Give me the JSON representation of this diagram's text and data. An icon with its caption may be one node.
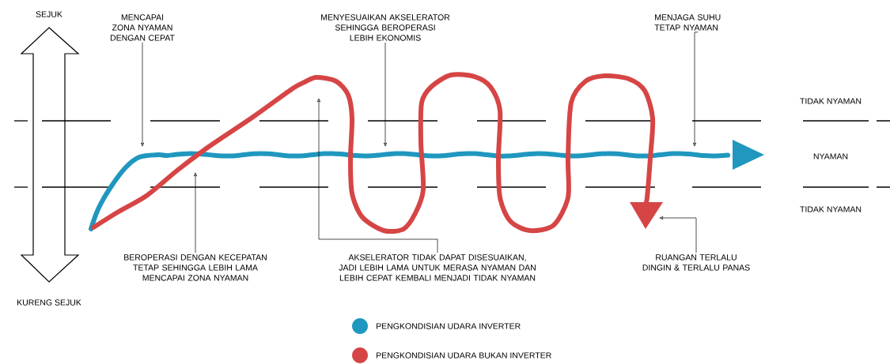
{
  "diagram": {
    "nodes": [
      {
        "text": [
          "MENCAPAI ZONA NYAMAN DENGAN CEPAT"
        ]
      },
      {
        "text": [
          "MENYESUAIKAN AKSELERATOR SEHINGGA BEROPERASI LEBIH EKONOMIS"
        ]
      },
      {
        "text": [
          "MENJAGA SUHU TETAP NYAMAN"
        ]
      },
      {
        "text": [
          "BEROPERASI DENGAN KECEPATAN TETAP SEHINGGA LEBIH LAMA MENCAPAI ZONA NYAMAN"
        ]
      },
      {
        "text": [
          "AKSELERATOR TIDAK DAPAT DISESUAIKAN, JADI LEBIH LAMA UNTUK MERASA NYAMAN DAN LEBIH CEPAT KEMBALI MENJADI TIDAK NYAMAN"
        ]
      },
      {
        "text": [
          "RUANGAN TERLALU DINGIN & TERLALU PANAS"
        ]
      }
    ],
    "edges": [
      {
        "from": 0,
        "to": null,
        "arrow": "to"
      },
      {
        "from": 1,
        "to": null,
        "arrow": "to"
      },
      {
        "from": 2,
        "to": null,
        "arrow": "to"
      },
      {
        "from": 3,
        "to": null,
        "arrow": "to"
      },
      {
        "from": 4,
        "to": null,
        "arrow": "to"
      },
      {
        "from": 5,
        "to": null,
        "arrow": "to"
      }
    ],
    "labels": [
      "SEJUK",
      "KURENG SEJUK",
      "TIDAK NYAMAN",
      "NYAMAN",
      "TIDAK NYAMAN"
    ],
    "legend": [
      {
        "text": "PENGKONDISIAN UDARA INVERTER",
        "color": "#1f97bf"
      },
      {
        "text": "PENGKONDISIAN UDARA BUKAN INVERTER",
        "color": "#d64545"
      }
    ]
  }
}
